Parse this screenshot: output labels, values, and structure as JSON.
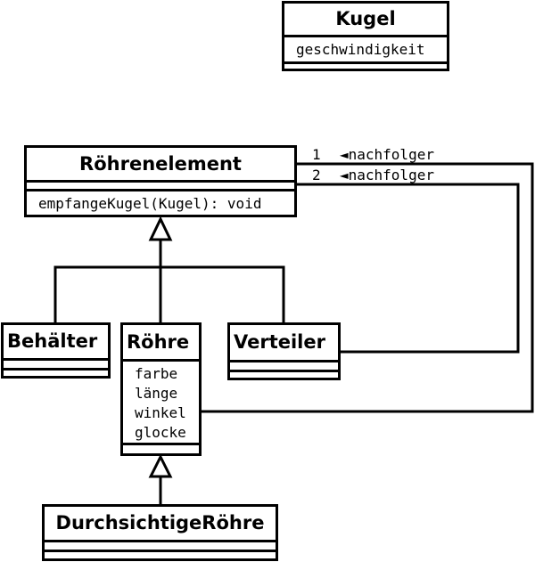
{
  "classes": {
    "kugel": {
      "name": "Kugel",
      "attributes": [
        "geschwindigkeit"
      ]
    },
    "roehrenelement": {
      "name": "Röhrenelement",
      "methods": [
        "empfangeKugel(Kugel): void"
      ]
    },
    "behaelter": {
      "name": "Behälter"
    },
    "roehre": {
      "name": "Röhre",
      "attributes": [
        "farbe",
        "länge",
        "winkel",
        "glocke"
      ]
    },
    "verteiler": {
      "name": "Verteiler"
    },
    "durchsichtige": {
      "name": "DurchsichtigeRöhre"
    }
  },
  "associations": [
    {
      "multiplicity": "1",
      "role": "◄nachfolger"
    },
    {
      "multiplicity": "2",
      "role": "◄nachfolger"
    }
  ]
}
